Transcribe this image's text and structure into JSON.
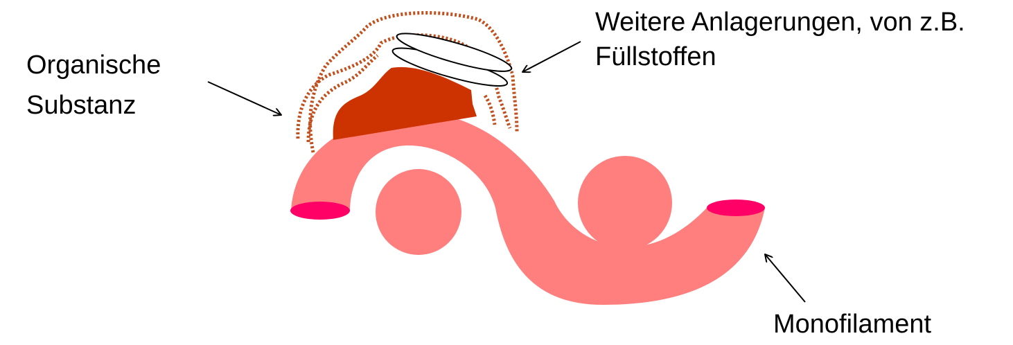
{
  "labels": {
    "organic_line1": "Organische",
    "organic_line2": "Substanz",
    "deposits_line1": "Weitere Anlagerungen, von z.B.",
    "deposits_line2": "Füllstoffen",
    "monofilament": "Monofilament"
  },
  "colors": {
    "filament": "#FF7F7F",
    "filament_ends": "#FF0066",
    "organic": "#CC3300",
    "dotted_outline": "#C0501E",
    "arrows": "#000000",
    "background": "#FFFFFF"
  }
}
